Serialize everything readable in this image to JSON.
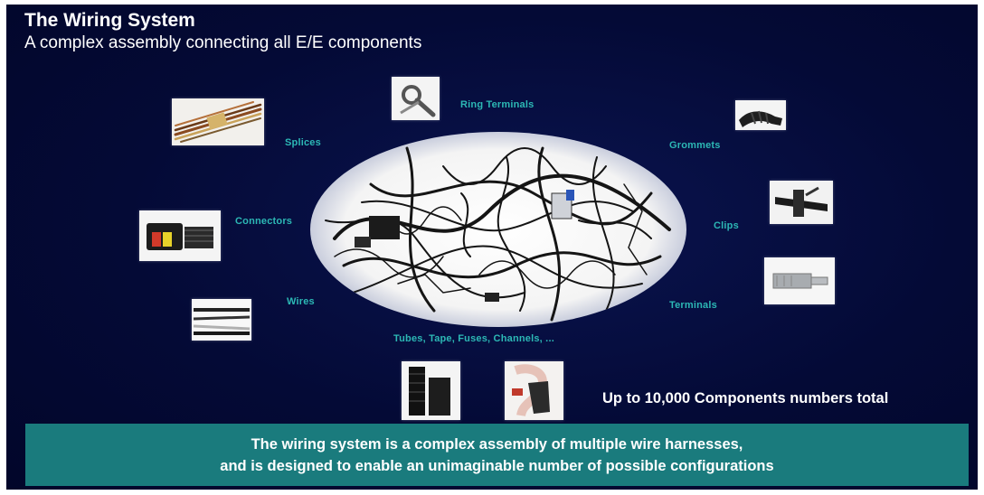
{
  "header": {
    "title": "The Wiring System",
    "subtitle": "A complex assembly connecting all E/E components"
  },
  "labels": {
    "ring_terminals": "Ring Terminals",
    "splices": "Splices",
    "grommets": "Grommets",
    "connectors": "Connectors",
    "clips": "Clips",
    "wires": "Wires",
    "terminals": "Terminals",
    "tubes": "Tubes, Tape, Fuses, Channels, ..."
  },
  "total_text": "Up to 10,000 Components numbers total",
  "banner": {
    "line1": "The wiring system is a complex assembly of multiple wire harnesses,",
    "line2": "and is designed to enable an unimaginable number of possible configurations"
  },
  "colors": {
    "background": "#040a36",
    "label": "#2cb8b5",
    "banner": "#1a7b7d"
  },
  "images": [
    "splices-photo",
    "ring-terminal-photo",
    "grommet-photo",
    "connector-photo",
    "clip-photo",
    "wires-photo",
    "terminal-photo",
    "tube-photo",
    "tape-photo",
    "wiring-harness-photo"
  ]
}
